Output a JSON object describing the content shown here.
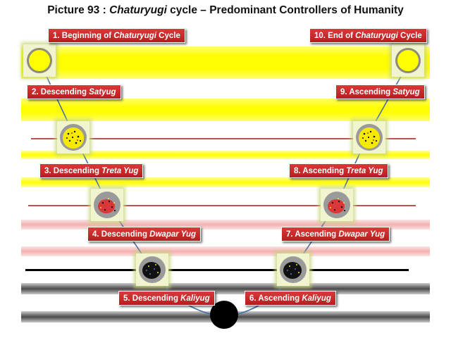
{
  "title": {
    "prefix": "Picture 93 : ",
    "italic": "Chaturyugi",
    "suffix": " cycle – Predominant Controllers of Humanity"
  },
  "stages": [
    {
      "pre": "1. Beginning of ",
      "em": "Chaturyugi",
      "post": " Cycle"
    },
    {
      "pre": "2. Descending ",
      "em": "Satyug",
      "post": ""
    },
    {
      "pre": "3. Descending ",
      "em": "Treta Yug",
      "post": ""
    },
    {
      "pre": "4. Descending ",
      "em": "Dwapar Yug",
      "post": ""
    },
    {
      "pre": "5. Descending ",
      "em": "Kaliyug",
      "post": ""
    },
    {
      "pre": "6. Ascending ",
      "em": "Kaliyug",
      "post": ""
    },
    {
      "pre": "7. Ascending ",
      "em": "Dwapar Yug",
      "post": ""
    },
    {
      "pre": "8. Ascending ",
      "em": "Treta Yug",
      "post": ""
    },
    {
      "pre": "9. Ascending ",
      "em": "Satyug",
      "post": ""
    },
    {
      "pre": "10. End of ",
      "em": "Chaturyugi",
      "post": " Cycle"
    }
  ],
  "colors": {
    "satyug_band": "#fffd00",
    "treta_dwapar_band": "#f3b6b6",
    "kaliyug_band": "#555555",
    "divider_red": "#c0504d",
    "divider_black": "#000000",
    "curve": "#4a6fa5",
    "label_red": "#c0282a"
  }
}
